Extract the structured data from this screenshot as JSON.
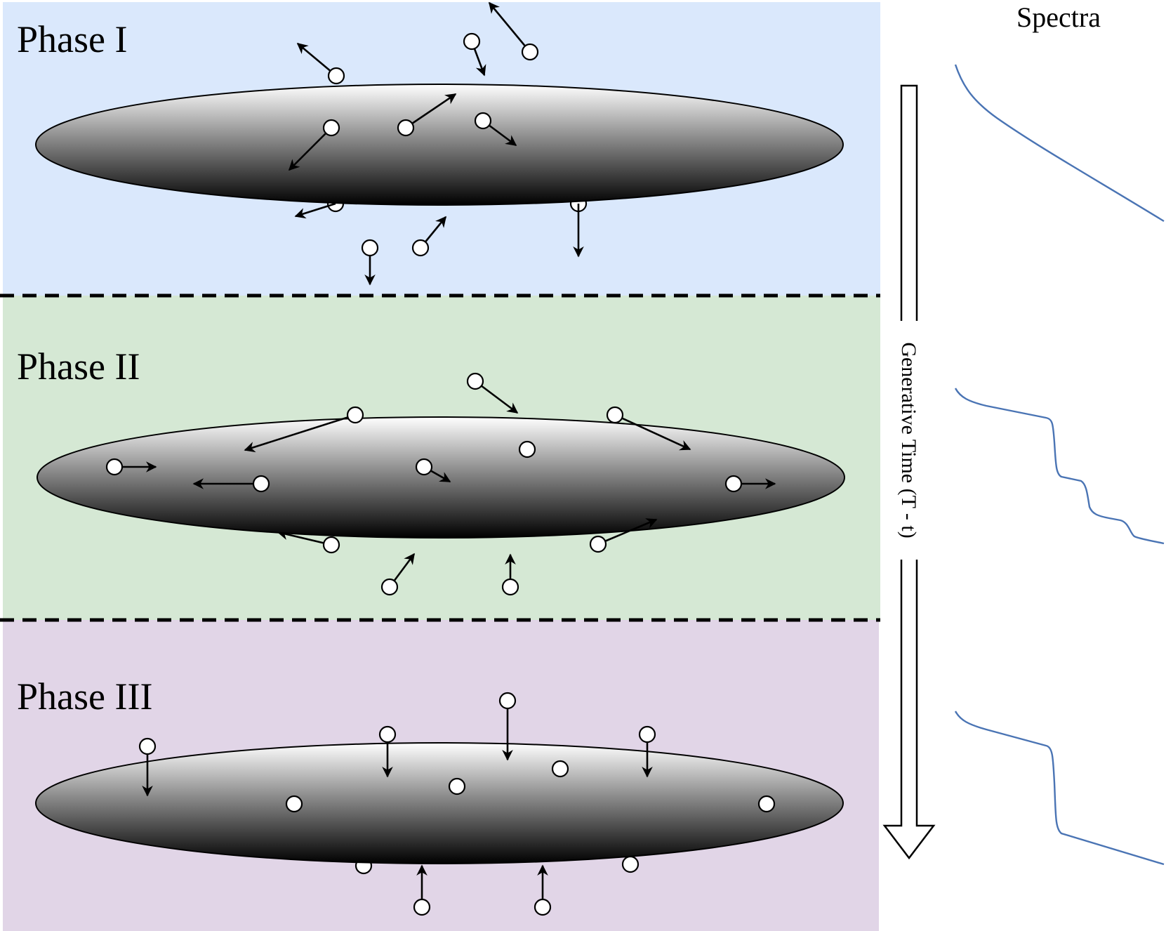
{
  "phases": [
    {
      "label": "Phase I",
      "color": "#dae8fc"
    },
    {
      "label": "Phase II",
      "color": "#d5e8d4"
    },
    {
      "label": "Phase III",
      "color": "#e1d5e7"
    }
  ],
  "time_axis_label": "Generative Time (T - t)",
  "spectra_title": "Spectra",
  "spectrum_color": "#4a74b4",
  "icons": {
    "particle": "white-circle",
    "motion": "arrow",
    "time": "down-arrow"
  }
}
